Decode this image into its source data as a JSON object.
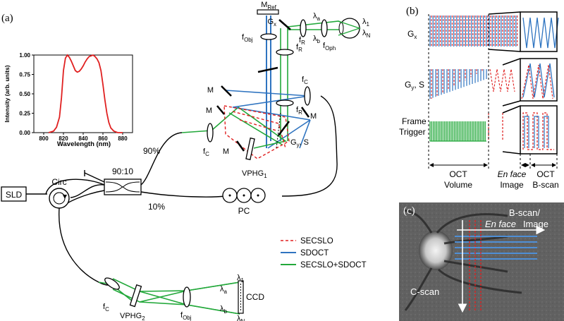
{
  "panels": {
    "a": "(a)",
    "b": "(b)",
    "c": "(c)"
  },
  "colors": {
    "secslo": "#e02020",
    "sdoct": "#2f74c0",
    "both": "#22a83a",
    "spectrum": "#e02020"
  },
  "source_box": "SLD",
  "circulator": "Circ",
  "coupler": {
    "ratio": "90:10",
    "arm_90": "90%",
    "arm_10": "10%"
  },
  "polarization_controller": "PC",
  "components": {
    "m_ref": "M",
    "m_ref_sub": "Ref",
    "f_obj_top": "f",
    "f_obj_top_sub": "Obj",
    "g_x": "G",
    "g_x_sub": "x",
    "f_r": "f",
    "f_r_sub": "R",
    "f_oph": "f",
    "f_oph_sub": "Oph",
    "f_c": "f",
    "f_c_sub": "C",
    "mirror": "M",
    "g_y_s": "G",
    "g_y_s_sub": "y",
    "g_y_s_tail": ", S",
    "vphg1": "VPHG",
    "vphg1_sub": "1",
    "vphg2": "VPHG",
    "vphg2_sub": "2",
    "f_obj_bottom": "f",
    "f_obj_bottom_sub": "Obj",
    "ccd": "CCD",
    "lambda_a": "λ",
    "lambda_a_sub": "a",
    "lambda_b": "λ",
    "lambda_b_sub": "b",
    "lambda_1": "λ",
    "lambda_1_sub": "1",
    "lambda_n": "λ",
    "lambda_n_sub": "N"
  },
  "legend": [
    {
      "label": "SECSLO",
      "style": "dashed",
      "color": "#e02020"
    },
    {
      "label": "SDOCT",
      "style": "solid",
      "color": "#2f74c0"
    },
    {
      "label": "SECSLO+SDOCT",
      "style": "solid",
      "color": "#22a83a"
    }
  ],
  "chart_data": {
    "type": "line",
    "title": "",
    "xlabel": "Wavelength (nm)",
    "ylabel": "Intensity (arb. units)",
    "xlim": [
      790,
      890
    ],
    "ylim": [
      0,
      1.0
    ],
    "xticks": [
      800,
      820,
      840,
      860,
      880
    ],
    "yticks": [
      0.0,
      0.25,
      0.5,
      0.75,
      1.0
    ],
    "ytick_labels": [
      "0.00",
      "0.25",
      "0.50",
      "0.75",
      "1.00"
    ],
    "series": [
      {
        "x": [
          805,
          810,
          813,
          816,
          818,
          820,
          822,
          824,
          826,
          828,
          830,
          832,
          834,
          836,
          838,
          840,
          842,
          844,
          846,
          848,
          850,
          852,
          854,
          856,
          858,
          860,
          862,
          864,
          866,
          868,
          871,
          875,
          880
        ],
        "values": [
          0.0,
          0.02,
          0.07,
          0.2,
          0.45,
          0.8,
          0.96,
          1.0,
          0.97,
          0.92,
          0.86,
          0.8,
          0.78,
          0.79,
          0.82,
          0.86,
          0.91,
          0.95,
          0.98,
          0.99,
          1.0,
          0.98,
          0.95,
          0.9,
          0.8,
          0.62,
          0.42,
          0.25,
          0.13,
          0.06,
          0.02,
          0.0,
          0.0
        ]
      }
    ]
  },
  "timing": {
    "signals": [
      "G",
      "Frame"
    ],
    "signal_subs": {
      "gx": "x",
      "gy": "y"
    },
    "gy_tail": ", S",
    "frame_second_line": "Trigger",
    "labels": {
      "oct_volume_1": "OCT",
      "oct_volume_2": "Volume",
      "en_face_1": "En face",
      "en_face_2": "Image",
      "oct_bscan_1": "OCT",
      "oct_bscan_2": "B-scan"
    }
  },
  "fundus": {
    "bscan_label": "B-scan/",
    "en_face_label": "En face",
    "image_label": "Image",
    "cscan_label": "C-scan"
  }
}
